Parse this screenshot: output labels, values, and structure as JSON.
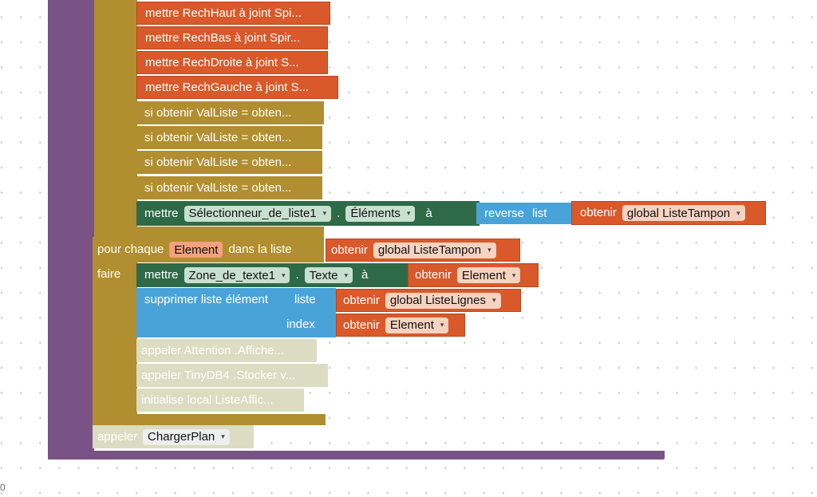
{
  "workspace": {
    "edge_label": "0"
  },
  "blocks": {
    "set_rech_haut": "mettre RechHaut à joint Spi...",
    "set_rech_bas": "mettre RechBas à joint Spir...",
    "set_rech_droite": "mettre RechDroite à joint S...",
    "set_rech_gauche": "mettre RechGauche à joint S...",
    "if_1": "si obtenir ValListe = obten...",
    "if_2": "si obtenir ValListe = obten...",
    "if_3": "si obtenir ValListe = obten...",
    "if_4": "si obtenir ValListe = obten...",
    "set_selector": {
      "mettre": "mettre",
      "component": "Sélectionneur_de_liste1",
      "dot": ".",
      "property": "Éléments",
      "a": "à",
      "reverse": "reverse",
      "list": "list",
      "obtenir": "obtenir",
      "variable": "global ListeTampon"
    },
    "for_each": {
      "pour_chaque": "pour chaque",
      "item": "Element",
      "dans_la_liste": "dans la liste",
      "obtenir": "obtenir",
      "variable": "global ListeTampon",
      "faire": "faire"
    },
    "set_text": {
      "mettre": "mettre",
      "component": "Zone_de_texte1",
      "dot": ".",
      "property": "Texte",
      "a": "à",
      "obtenir": "obtenir",
      "variable": "Element"
    },
    "remove_item": {
      "label": "supprimer liste élément",
      "liste": "liste",
      "index": "index",
      "obtenir1": "obtenir",
      "variable1": "global ListeLignes",
      "obtenir2": "obtenir",
      "variable2": "Element"
    },
    "disabled": {
      "call_attention": "appeler  Attention .Affiche...",
      "call_tinydb": "appeler  TinyDB4 .Stocker v...",
      "init_local": "initialise local ListeAffic..."
    },
    "call_load": {
      "appeler": "appeler",
      "procedure": "ChargerPlan"
    }
  },
  "colors": {
    "procedure": "#7a5386",
    "control": "#b18e2f",
    "variables": "#d9592a",
    "component_set": "#2e6a48",
    "lists": "#4aa3d8",
    "disabled": "#dcdcc2"
  },
  "icons": {
    "dropdown": "▾"
  }
}
